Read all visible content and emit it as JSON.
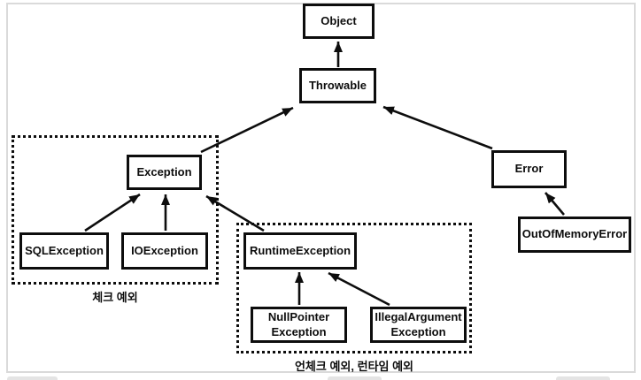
{
  "diagram": {
    "type": "class-hierarchy",
    "nodes": {
      "object": {
        "label": "Object"
      },
      "throwable": {
        "label": "Throwable"
      },
      "exception": {
        "label": "Exception"
      },
      "error": {
        "label": "Error"
      },
      "sql_exception": {
        "label": "SQLException"
      },
      "io_exception": {
        "label": "IOException"
      },
      "runtime_exception": {
        "label": "RuntimeException"
      },
      "null_pointer_exception": {
        "label": "NullPointer\nException"
      },
      "illegal_argument_exception": {
        "label": "IllegalArgument\nException"
      },
      "out_of_memory_error": {
        "label": "OutOfMemoryError"
      }
    },
    "edges": [
      {
        "from": "Throwable",
        "to": "Object"
      },
      {
        "from": "Exception",
        "to": "Throwable"
      },
      {
        "from": "Error",
        "to": "Throwable"
      },
      {
        "from": "SQLException",
        "to": "Exception"
      },
      {
        "from": "IOException",
        "to": "Exception"
      },
      {
        "from": "RuntimeException",
        "to": "Exception"
      },
      {
        "from": "NullPointerException",
        "to": "RuntimeException"
      },
      {
        "from": "IllegalArgumentException",
        "to": "RuntimeException"
      },
      {
        "from": "OutOfMemoryError",
        "to": "Error"
      }
    ],
    "groups": {
      "checked": {
        "caption": "체크 예외",
        "members": [
          "Exception",
          "SQLException",
          "IOException"
        ]
      },
      "unchecked": {
        "caption": "언체크 예외, 런타임 예외",
        "members": [
          "RuntimeException",
          "NullPointerException",
          "IllegalArgumentException"
        ]
      }
    },
    "colors": {
      "line": "#0d0d0d",
      "box_background": "#ffffff",
      "frame_border": "#dadada",
      "bottom_chip": "#e4e4e4"
    }
  }
}
